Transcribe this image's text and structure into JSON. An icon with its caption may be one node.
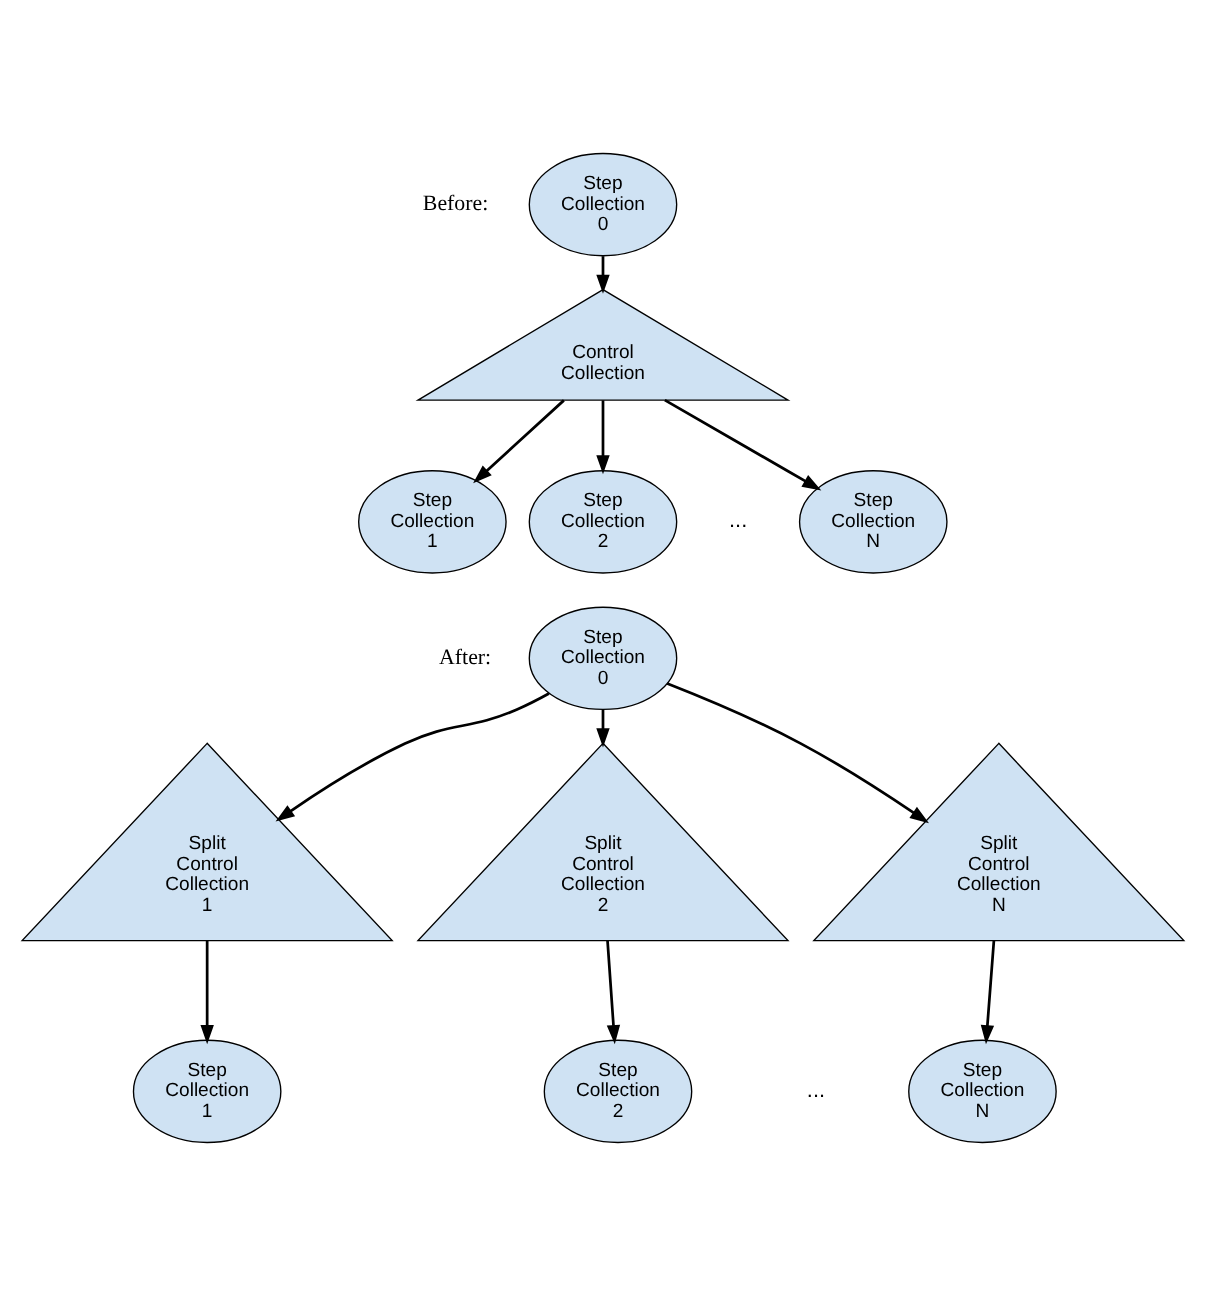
{
  "diagram": {
    "nodes": [
      {
        "text": [
          "Step Collection 0"
        ]
      },
      {
        "text": [
          "Control Collection"
        ]
      },
      {
        "text": [
          "Step Collection 1"
        ]
      },
      {
        "text": [
          "Step Collection 2"
        ]
      },
      {
        "text": [
          "Step Collection N"
        ]
      },
      {
        "text": [
          "Step Collection 0"
        ]
      },
      {
        "text": [
          "Split Control Collection 1"
        ]
      },
      {
        "text": [
          "Split Control Collection 2"
        ]
      },
      {
        "text": [
          "Split Control Collection N"
        ]
      },
      {
        "text": [
          "Step Collection 1"
        ]
      },
      {
        "text": [
          "Step Collection 2"
        ]
      },
      {
        "text": [
          "Step Collection N"
        ]
      }
    ],
    "edges": [
      {
        "from": 0,
        "to": 1,
        "arrow": "to"
      },
      {
        "from": 1,
        "to": 2,
        "arrow": "to"
      },
      {
        "from": 1,
        "to": 3,
        "arrow": "to"
      },
      {
        "from": 1,
        "to": 4,
        "arrow": "to"
      },
      {
        "from": 5,
        "to": 6,
        "arrow": "to"
      },
      {
        "from": 5,
        "to": 7,
        "arrow": "to"
      },
      {
        "from": 5,
        "to": 8,
        "arrow": "to"
      },
      {
        "from": 6,
        "to": 9,
        "arrow": "to"
      },
      {
        "from": 7,
        "to": 10,
        "arrow": "to"
      },
      {
        "from": 8,
        "to": 11,
        "arrow": "to"
      }
    ],
    "labels": [
      "Before:",
      "...",
      "After:",
      "..."
    ]
  }
}
